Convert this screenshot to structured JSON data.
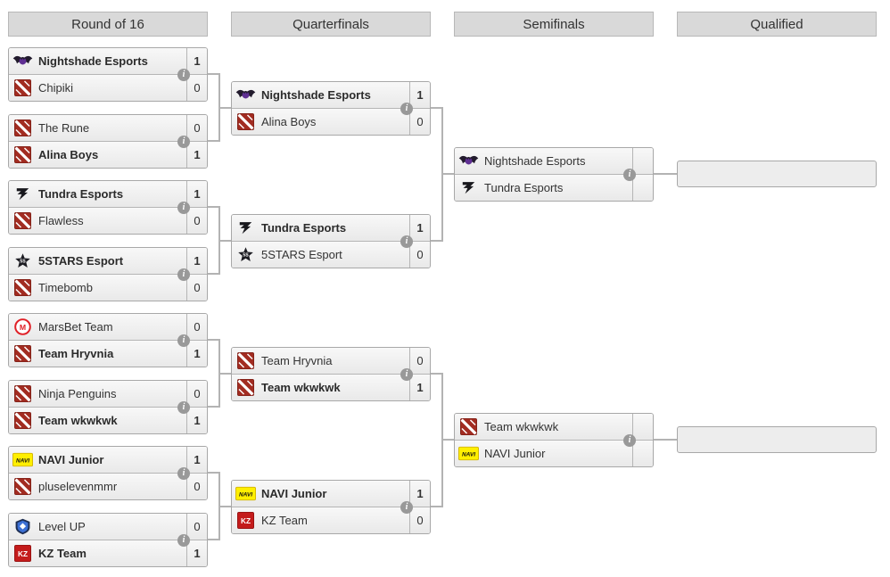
{
  "headers": [
    "Round of 16",
    "Quarterfinals",
    "Semifinals",
    "Qualified"
  ],
  "icons": {
    "info_glyph": "i"
  },
  "colors": {
    "header_bg": "#d9d9d9",
    "box_border": "#a8a8a8",
    "connector": "#b3b3b3",
    "navi_yellow": "#ffef00",
    "dota_red": "#a22c21",
    "kz_red": "#c41c1c",
    "marsbet_red": "#e01f26",
    "levelup_blue": "#3b6fd4",
    "nightshade_purple": "#5f2f93"
  },
  "r16": [
    {
      "t1": {
        "name": "Nightshade Esports",
        "score": "1"
      },
      "t2": {
        "name": "Chipiki",
        "score": "0"
      }
    },
    {
      "t1": {
        "name": "The Rune",
        "score": "0"
      },
      "t2": {
        "name": "Alina Boys",
        "score": "1"
      }
    },
    {
      "t1": {
        "name": "Tundra Esports",
        "score": "1"
      },
      "t2": {
        "name": "Flawless",
        "score": "0"
      }
    },
    {
      "t1": {
        "name": "5STARS Esport",
        "score": "1"
      },
      "t2": {
        "name": "Timebomb",
        "score": "0"
      }
    },
    {
      "t1": {
        "name": "MarsBet Team",
        "score": "0"
      },
      "t2": {
        "name": "Team Hryvnia",
        "score": "1"
      }
    },
    {
      "t1": {
        "name": "Ninja Penguins",
        "score": "0"
      },
      "t2": {
        "name": "Team wkwkwk",
        "score": "1"
      }
    },
    {
      "t1": {
        "name": "NAVI Junior",
        "score": "1"
      },
      "t2": {
        "name": "pluselevenmmr",
        "score": "0"
      }
    },
    {
      "t1": {
        "name": "Level UP",
        "score": "0"
      },
      "t2": {
        "name": "KZ Team",
        "score": "1"
      }
    }
  ],
  "qf": [
    {
      "t1": {
        "name": "Nightshade Esports",
        "score": "1"
      },
      "t2": {
        "name": "Alina Boys",
        "score": "0"
      }
    },
    {
      "t1": {
        "name": "Tundra Esports",
        "score": "1"
      },
      "t2": {
        "name": "5STARS Esport",
        "score": "0"
      }
    },
    {
      "t1": {
        "name": "Team Hryvnia",
        "score": "0"
      },
      "t2": {
        "name": "Team wkwkwk",
        "score": "1"
      }
    },
    {
      "t1": {
        "name": "NAVI Junior",
        "score": "1"
      },
      "t2": {
        "name": "KZ Team",
        "score": "0"
      }
    }
  ],
  "sf": [
    {
      "t1": {
        "name": "Nightshade Esports",
        "score": ""
      },
      "t2": {
        "name": "Tundra Esports",
        "score": ""
      }
    },
    {
      "t1": {
        "name": "Team wkwkwk",
        "score": ""
      },
      "t2": {
        "name": "NAVI Junior",
        "score": ""
      }
    }
  ]
}
